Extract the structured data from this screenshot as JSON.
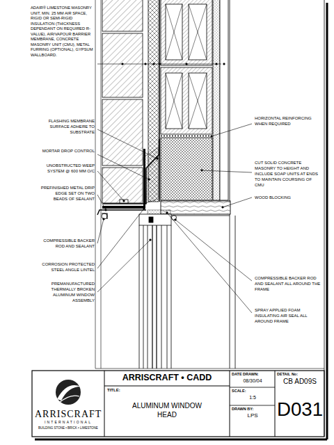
{
  "diagram": {
    "title": "ALUMINUM WINDOW HEAD",
    "labels": [
      "ADAIR® LIMESTONE MASONRY UNIT, MIN. 25 MM AIR SPACE, RIGID OR SEMI-RIGID INSULATION (THICKNESS DEPENDANT ON REQUIRED R-VALUE), AIR/VAPOUR BARRIER MEMBRANE, CONCRETE MASONRY UNIT (CMU), METAL FURRING (OPTIONAL), GYPSUM WALLBOARD.",
      "FLASHING MEMBRANE SURFACE ADHERE TO SUBSTRATE",
      "MORTAR DROP CONTROL",
      "UNOBSTRUCTED WEEP SYSTEM @ 600 MM O/C",
      "PREFINISHED METAL DRIP EDGE SET ON TWO BEADS OF SEALANT",
      "COMPRESSIBLE BACKER ROD AND SEALANT",
      "CORROSION PROTECTED STEEL ANGLE LINTEL",
      "PREMANUFACTURED THERMALLY BROKEN ALUMINUM WINDOW ASSEMBLY",
      "HORIZONTAL REINFORCING WHEN REQUIRED",
      "CUT SOLID CONCRETE MASONRY TO HEIGHT AND INCLUDE SOAP UNITS AT ENDS TO MAINTAIN COURSING OF CMU",
      "WOOD BLOCKING",
      "COMPRESSIBLE BACKER ROD AND SEALANT ALL AROUND THE FRAME",
      "SPRAY APPLIED FOAM INSULATING AIR SEAL ALL AROUND FRAME",
      "ARRISCRAFT",
      "INTERNATIONAL",
      "BUILDING STONE • BRICK • LIMESTONE",
      "ARRISCRAFT • CADD",
      "TITLE:",
      "DATE DRAWN:",
      "08/30/04",
      "SCALE:",
      "1:5",
      "DRAWN BY:",
      "LPS",
      "DETAIL No:",
      "CB AD09S",
      "D031"
    ]
  }
}
